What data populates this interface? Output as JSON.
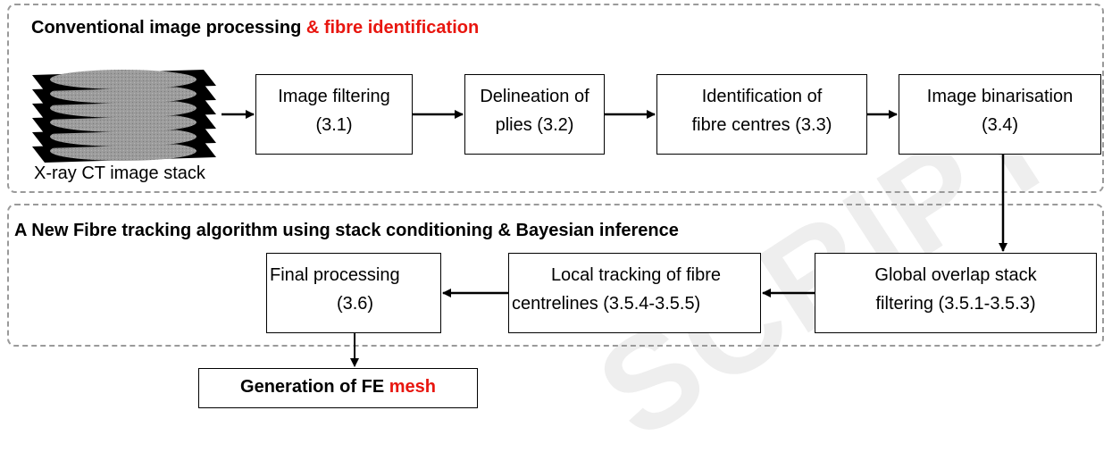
{
  "watermark": {
    "text": "SCRIPT",
    "color": "#eeeeee"
  },
  "colors": {
    "accent_red": "#e8160f",
    "border_dashed": "#9a9a9a"
  },
  "section1": {
    "title_black": "Conventional image processing ",
    "title_red": "& fibre identification",
    "stack_label": "X-ray CT image stack",
    "steps": [
      {
        "line1": "Image filtering",
        "line2": "(3.1)"
      },
      {
        "line1": "Delineation of",
        "line2": "plies (3.2)"
      },
      {
        "line1": "Identification of",
        "line2": "fibre centres (3.3)"
      },
      {
        "line1": "Image binarisation",
        "line2": "(3.4)"
      }
    ]
  },
  "section2": {
    "title": "A New Fibre tracking algorithm using stack conditioning & Bayesian inference",
    "steps": [
      {
        "line1": "Global overlap stack",
        "line2": "filtering (3.5.1-3.5.3)"
      },
      {
        "line1": "Local tracking of fibre",
        "line2": "centrelines (3.5.4-3.5.5)"
      },
      {
        "line1": "Final processing",
        "line2": "(3.6)"
      }
    ]
  },
  "final": {
    "text_black": "Generation of FE ",
    "text_red": "mesh"
  }
}
